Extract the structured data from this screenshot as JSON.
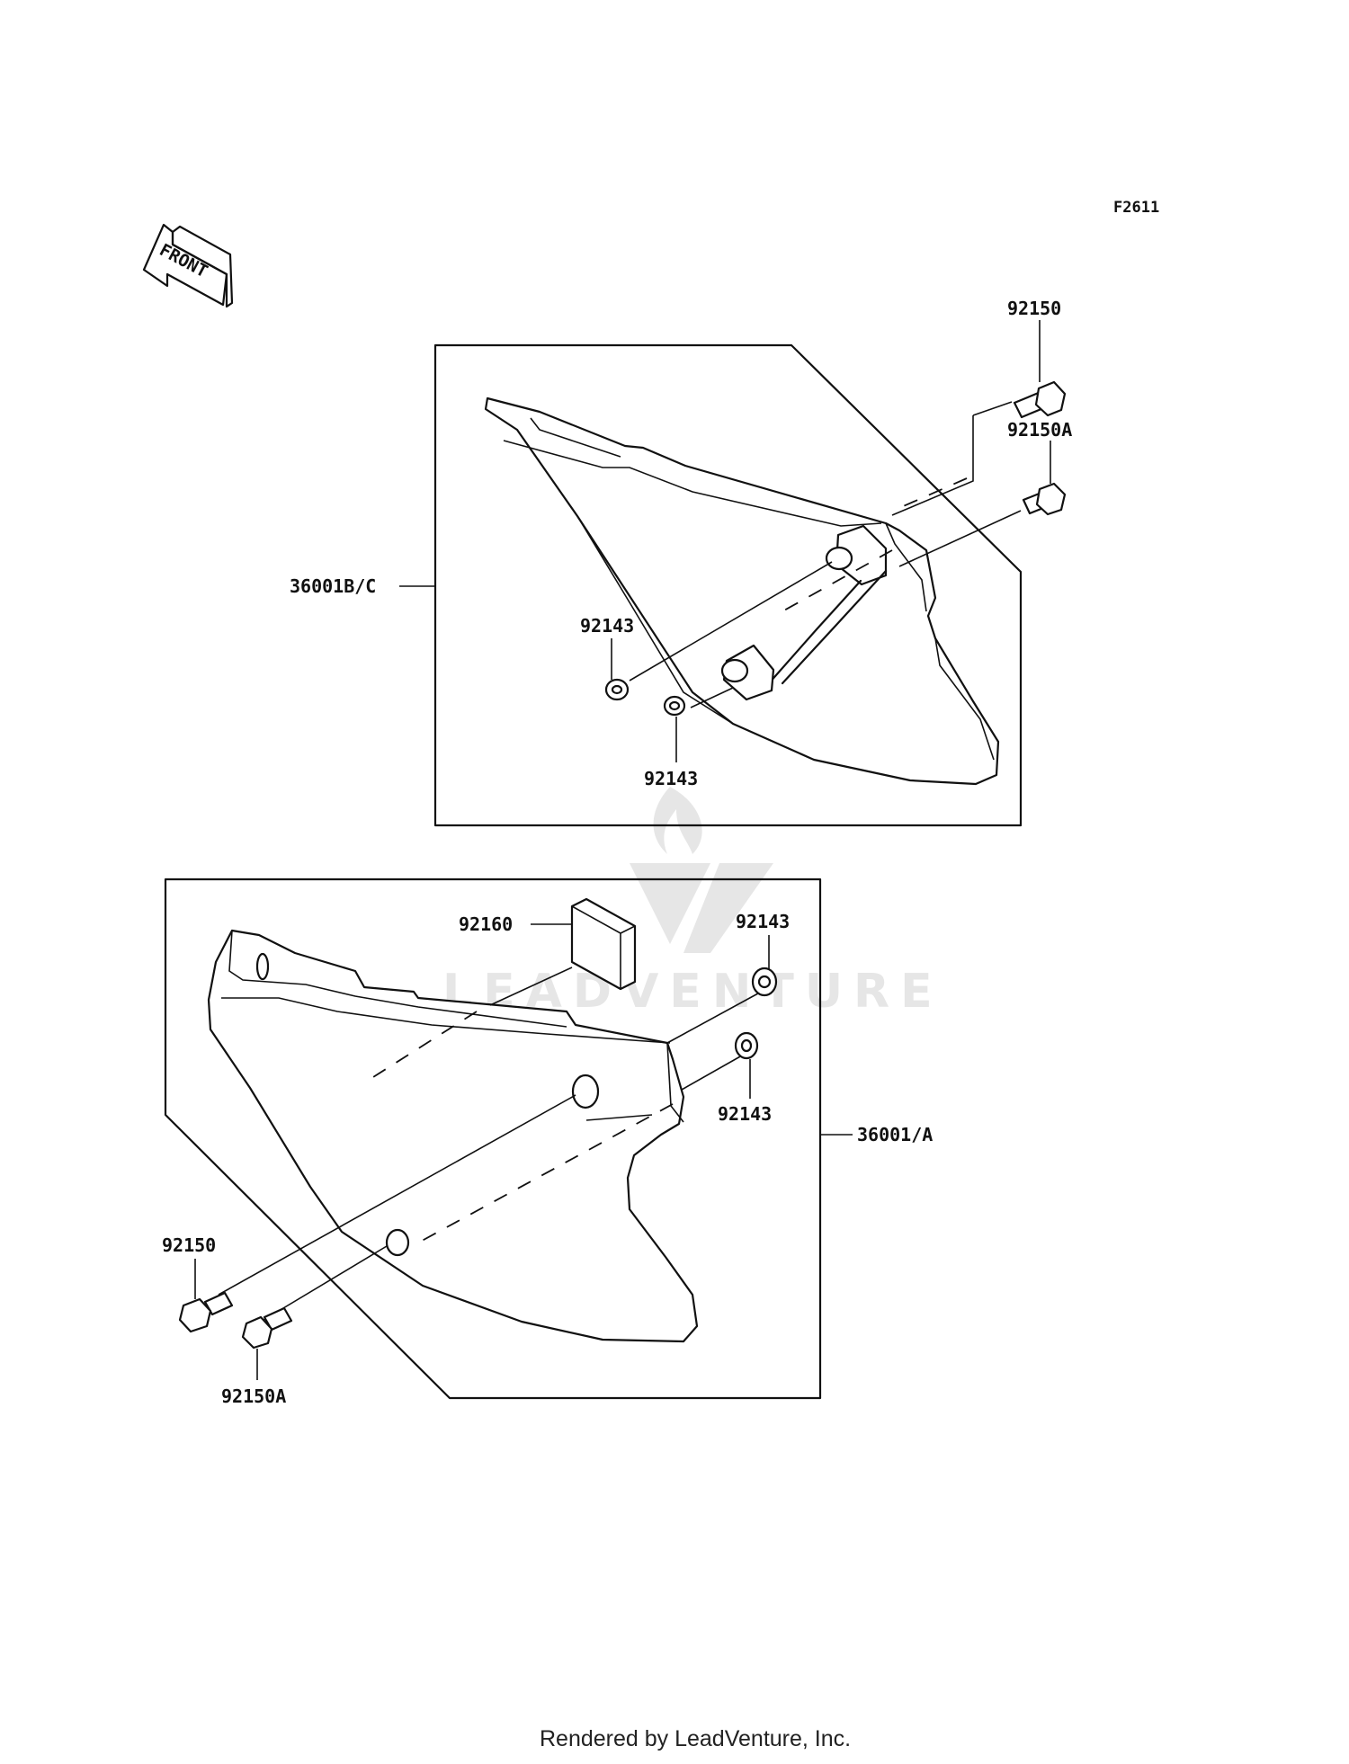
{
  "diagram_code": "F2611",
  "front_label": "FRONT",
  "watermark": "LEADVENTURE",
  "footer": "Rendered by LeadVenture, Inc.",
  "callouts": {
    "upper": {
      "bolt": "92150",
      "bolt_a": "92150A",
      "assembly": "36001B/C",
      "washer_left": "92143",
      "washer_right": "92143"
    },
    "lower": {
      "sticker": "92160",
      "washer_top": "92143",
      "washer_bottom": "92143",
      "assembly": "36001/A",
      "bolt": "92150",
      "bolt_a": "92150A"
    }
  }
}
